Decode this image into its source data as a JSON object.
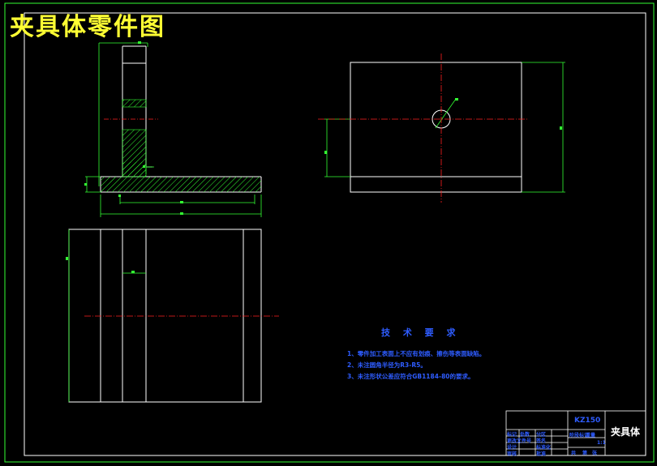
{
  "drawing": {
    "title": "夹具体零件图",
    "technical_requirements": {
      "heading": "技 术 要 求",
      "items": [
        "1、零件加工表面上不应有划痕、擦伤等表面缺陷。",
        "2、未注圆角半径为R3-R5。",
        "3、未注形状公差应符合GB1184-80的要求。"
      ]
    },
    "title_block": {
      "drawing_number": "KZ150",
      "part_name": "夹具体",
      "small_labels": [
        "标记",
        "处数",
        "分区",
        "更改文件号",
        "签名",
        "年月日",
        "标准化",
        "批准",
        "设计",
        "审核",
        "工艺",
        "阶段标记",
        "重量",
        "比例",
        "共",
        "张",
        "第",
        "张",
        "1:1"
      ]
    },
    "colors": {
      "outline": "#ffffff",
      "dimension": "#33ff33",
      "centerline": "#ff2020",
      "hatch": "#33ff33",
      "title": "#ffff33",
      "notes": "#2e5cff",
      "border": "#33ff33"
    }
  }
}
